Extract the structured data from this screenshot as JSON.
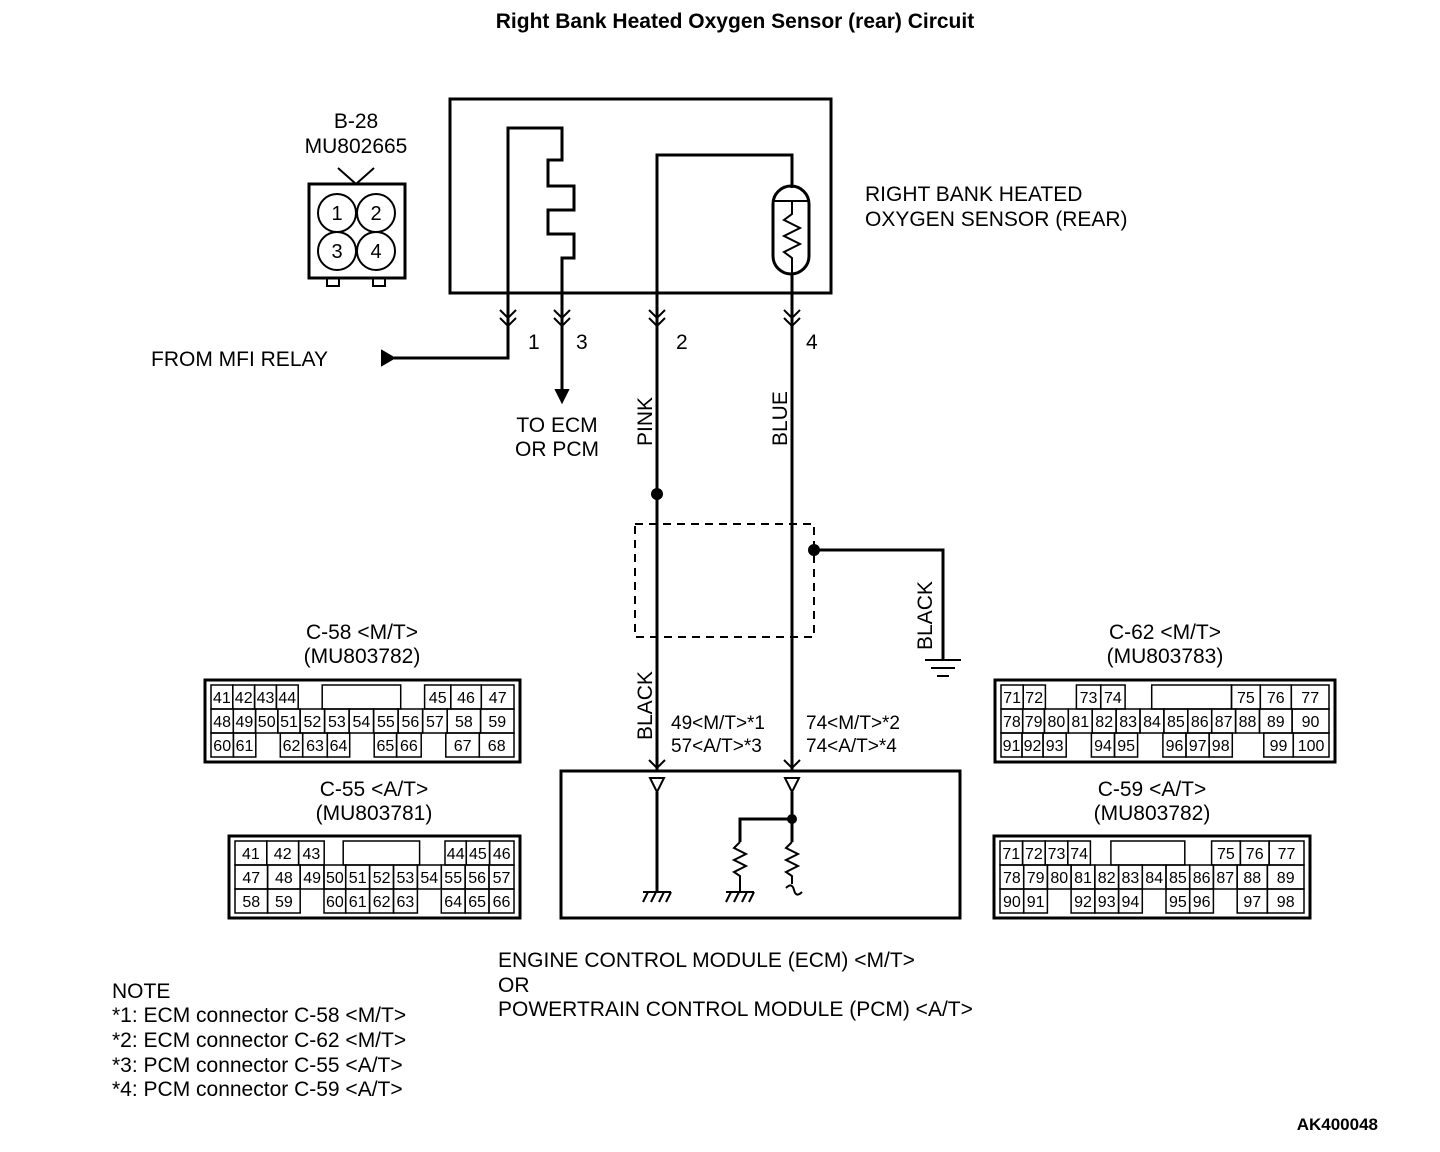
{
  "title": "Right Bank Heated Oxygen Sensor (rear) Circuit",
  "sensor_connector": {
    "id": "B-28",
    "part": "MU802665",
    "pins": [
      "1",
      "2",
      "3",
      "4"
    ]
  },
  "sensor_label": [
    "RIGHT BANK HEATED",
    "OXYGEN SENSOR (REAR)"
  ],
  "terminals": [
    "1",
    "3",
    "2",
    "4"
  ],
  "from_relay": "FROM MFI RELAY",
  "to_ecm": [
    "TO ECM",
    "OR PCM"
  ],
  "wire_colors": {
    "pink": "PINK",
    "blue": "BLUE",
    "black_left": "BLACK",
    "black_right": "BLACK"
  },
  "ecm_pins_left": [
    "49<M/T>*1",
    "57<A/T>*3"
  ],
  "ecm_pins_right": [
    "74<M/T>*2",
    "74<A/T>*4"
  ],
  "connectors": [
    {
      "id": "C-58 <M/T>",
      "part": "(MU803782)",
      "rows": [
        [
          "41",
          "42",
          "43",
          "44",
          "",
          "",
          "",
          "45",
          "46",
          "47"
        ],
        [
          "48",
          "49",
          "50",
          "51",
          "52",
          "53",
          "54",
          "55",
          "56",
          "57",
          "58",
          "59"
        ],
        [
          "60",
          "61",
          "",
          "62",
          "63",
          "64",
          "",
          "65",
          "66",
          "",
          "67",
          "68"
        ]
      ]
    },
    {
      "id": "C-55 <A/T>",
      "part": "(MU803781)",
      "rows": [
        [
          "41",
          "42",
          "43",
          "",
          "",
          "",
          "44",
          "45",
          "46"
        ],
        [
          "47",
          "48",
          "49",
          "50",
          "51",
          "52",
          "53",
          "54",
          "55",
          "56",
          "57"
        ],
        [
          "58",
          "59",
          "",
          "60",
          "61",
          "62",
          "63",
          "",
          "64",
          "65",
          "66"
        ]
      ]
    },
    {
      "id": "C-62 <M/T>",
      "part": "(MU803783)",
      "rows": [
        [
          "71",
          "72",
          "",
          "73",
          "74",
          "",
          "",
          "75",
          "76",
          "77"
        ],
        [
          "78",
          "79",
          "80",
          "81",
          "82",
          "83",
          "84",
          "85",
          "86",
          "87",
          "88",
          "89",
          "90"
        ],
        [
          "91",
          "92",
          "93",
          "",
          "94",
          "95",
          "",
          "96",
          "97",
          "98",
          "",
          "99",
          "100"
        ]
      ]
    },
    {
      "id": "C-59 <A/T>",
      "part": "(MU803782)",
      "rows": [
        [
          "71",
          "72",
          "73",
          "74",
          "",
          "",
          "",
          "75",
          "76",
          "77"
        ],
        [
          "78",
          "79",
          "80",
          "81",
          "82",
          "83",
          "84",
          "85",
          "86",
          "87",
          "88",
          "89"
        ],
        [
          "90",
          "91",
          "",
          "92",
          "93",
          "94",
          "",
          "95",
          "96",
          "",
          "97",
          "98"
        ]
      ]
    }
  ],
  "module_label": [
    "ENGINE CONTROL MODULE (ECM) <M/T>",
    "OR",
    "POWERTRAIN CONTROL MODULE (PCM) <A/T>"
  ],
  "note": {
    "heading": "NOTE",
    "lines": [
      "*1: ECM connector C-58 <M/T>",
      "*2: ECM connector C-62 <M/T>",
      "*3: PCM connector C-55 <A/T>",
      "*4: PCM connector C-59 <A/T>"
    ]
  },
  "figure_code": "AK400048"
}
